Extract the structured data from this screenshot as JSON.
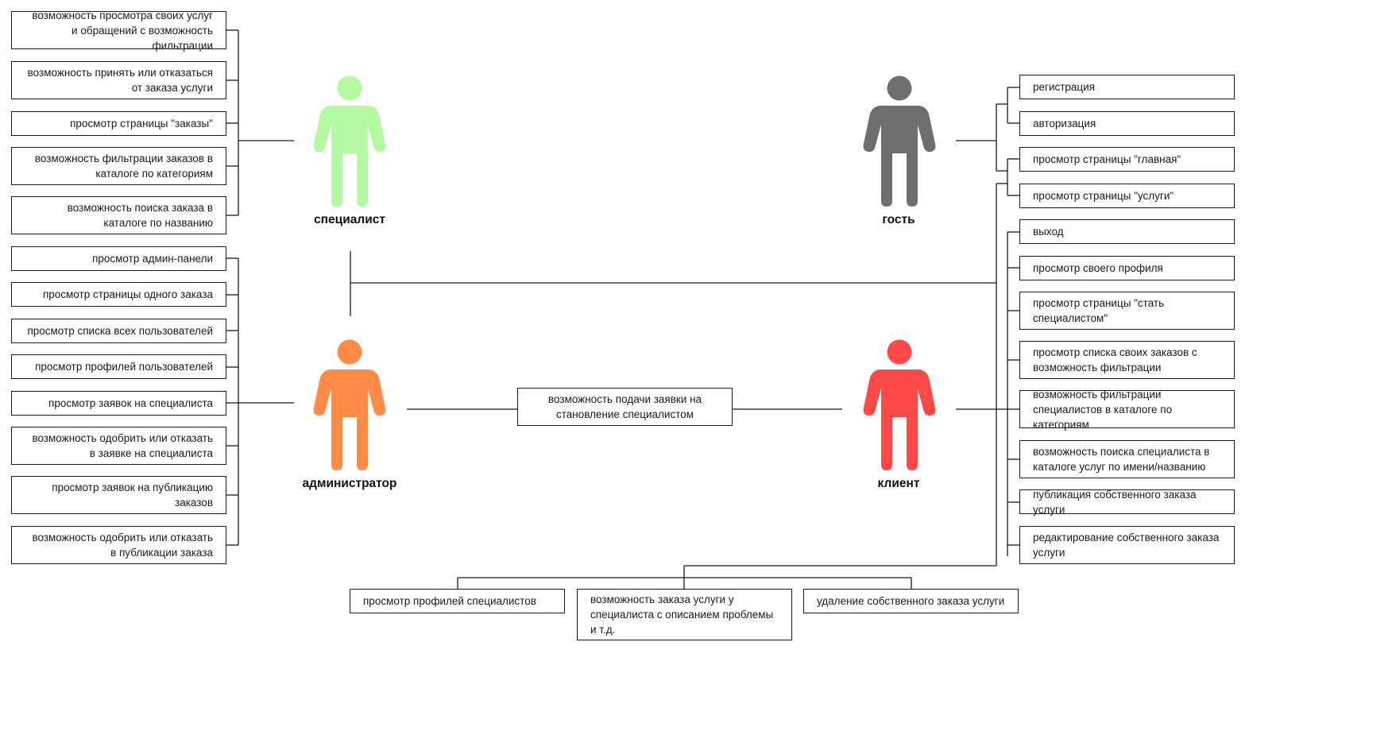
{
  "actors": {
    "specialist": {
      "label": "специалист",
      "color": "#B3FAA3"
    },
    "guest": {
      "label": "гость",
      "color": "#6E6E6E"
    },
    "admin": {
      "label": "администратор",
      "color": "#FF8B47"
    },
    "client": {
      "label": "клиент",
      "color": "#FF4848"
    }
  },
  "specialist_features": [
    "возможность просмотра своих услуг и обращений с возможность фильтрации",
    "возможность принять или отказаться от заказа услуги",
    "просмотр страницы \"заказы\"",
    "возможность фильтрации заказов в каталоге по категориям",
    "возможность поиска заказа в каталоге по названию"
  ],
  "admin_features": [
    "просмотр админ-панели",
    "просмотр страницы одного заказа",
    "просмотр списка всех пользователей",
    "просмотр профилей пользователей",
    "просмотр заявок на специалиста",
    "возможность одобрить или отказать в заявке на специалиста",
    "просмотр заявок на публикацию заказов",
    "возможность одобрить или отказать в публикации заказа"
  ],
  "guest_features": [
    "регистрация",
    "авторизация",
    "просмотр страницы \"главная\"",
    "просмотр страницы \"услуги\""
  ],
  "client_features": [
    "выход",
    "просмотр своего профиля",
    "просмотр страницы \"стать специалистом\"",
    "просмотр списка своих заказов с возможность фильтрации",
    "возможность фильтрации специалистов в каталоге по категориям",
    "возможность поиска специалиста в каталоге услуг по имени/названию",
    "публикация собственного заказа услуги",
    "редактирование собственного заказа услуги"
  ],
  "bottom_features": [
    "просмотр профилей специалистов",
    "возможность заказа услуги у специалиста с описанием проблемы и т.д.",
    "удаление собственного заказа услуги"
  ],
  "middle_feature": "возможность подачи заявки на становление специалистом"
}
